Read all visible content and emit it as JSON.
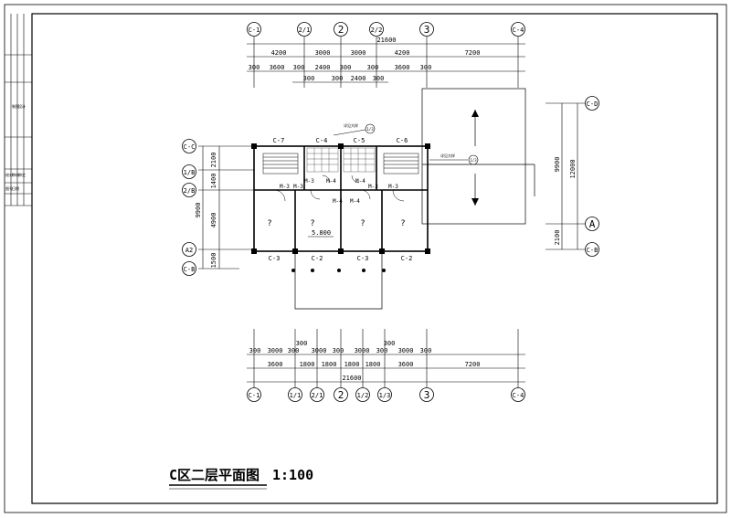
{
  "title": {
    "text": "C区二层平面图",
    "scale": "1:100"
  },
  "title_block": {
    "cells": [
      "设计",
      "制图",
      "校对",
      "审核",
      "审定",
      "图号",
      "日期"
    ]
  },
  "axes": {
    "top": [
      "C-1",
      "2/1",
      "2",
      "2/2",
      "3",
      "C-4"
    ],
    "bottom": [
      "C-1",
      "1/1",
      "2/1",
      "2",
      "1/2",
      "1/3",
      "3",
      "C-4"
    ],
    "left": [
      "C-C",
      "1/B",
      "2/B",
      "A2",
      "C-B"
    ],
    "right": [
      "C-D",
      "A",
      "C-B"
    ]
  },
  "dimensions": {
    "top_total": "21600",
    "top_row1": [
      "4200",
      "3000",
      "3000",
      "4200",
      "7200"
    ],
    "top_row2": [
      "300",
      "3600",
      "300",
      "2400",
      "300",
      "300",
      "3600",
      "300"
    ],
    "top_row2b": [
      "300",
      "300",
      "2400",
      "300"
    ],
    "bottom_row1": [
      "300",
      "3000",
      "300",
      "3000",
      "300",
      "3000",
      "300",
      "3000",
      "300"
    ],
    "bottom_row1b": [
      "300",
      "300"
    ],
    "bottom_row2": [
      "3600",
      "1800",
      "1800",
      "1800",
      "1800",
      "3600",
      "7200"
    ],
    "bottom_total": "21600",
    "left": [
      "2100",
      "1400",
      "4900",
      "1500"
    ],
    "left_total": "9900",
    "right": [
      "9900",
      "2100"
    ],
    "right_total": "12000"
  },
  "windows": {
    "top": [
      "C-7",
      "C-4",
      "C-5",
      "C-6"
    ],
    "bottom": [
      "C-3",
      "C-2",
      "C-3",
      "C-2"
    ]
  },
  "doors": [
    "M-3",
    "M-3",
    "M-3",
    "M-3",
    "M-3",
    "M-4",
    "M-4",
    "M-4",
    "M-4"
  ],
  "rooms": [
    "?",
    "?",
    "?",
    "?"
  ],
  "elevation": "5.800",
  "annotations": {
    "callout_left": "详见大样",
    "callout_right": "详见大样",
    "bubble_left": "1/3",
    "bubble_right": "1/3"
  }
}
